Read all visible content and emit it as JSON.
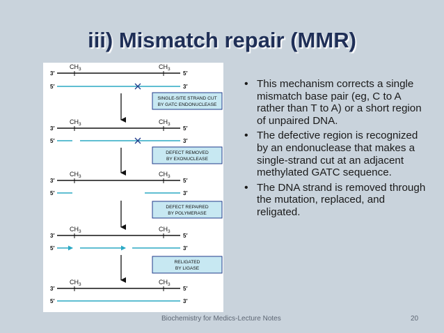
{
  "title": "iii) Mismatch repair (MMR)",
  "bullets": [
    "This mechanism corrects a single mismatch base pair (eg, C to A rather than T to A) or a short region of unpaired DNA.",
    "The defective region is recognized by an endonuclease that makes a single-strand cut at an adjacent methylated GATC sequence.",
    "The DNA strand is removed through the mutation, replaced, and religated."
  ],
  "figure": {
    "methyl_label": "CH",
    "methyl_subscript": "3",
    "end_3": "3′",
    "end_5": "5′",
    "step_labels": [
      [
        "SINGLE-SITE STRAND CUT",
        "BY GATC ENDONUCLEASE"
      ],
      [
        "DEFECT REMOVED",
        "BY EXONUCLEASE"
      ],
      [
        "DEFECT REPAIRED",
        "BY POLYMERASE"
      ],
      [
        "RELIGATED",
        "BY LIGASE"
      ]
    ],
    "colors": {
      "template_strand": "#111111",
      "daughter_strand": "#2aa8c4",
      "mismatch_mark": "#1f3a8a",
      "label_box_fill": "#c7e8f2",
      "label_box_border": "#1f3a8a"
    }
  },
  "footer": {
    "text": "Biochemistry for Medics-Lecture Notes",
    "page": "20"
  }
}
